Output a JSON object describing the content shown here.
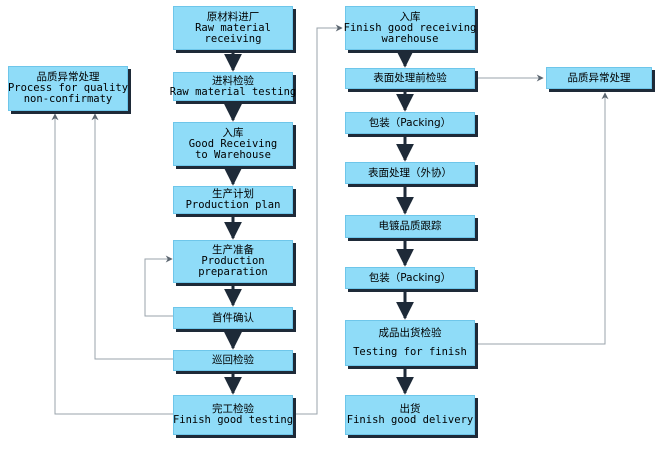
{
  "nodes": {
    "raw_material_receiving": {
      "zh": "原材料进厂",
      "en1": "Raw material",
      "en2": "receiving"
    },
    "raw_material_testing": {
      "zh": "进料检验",
      "en1": "Raw material testing"
    },
    "good_receiving_warehouse": {
      "zh": "入库",
      "en1": "Good Receiving",
      "en2": "to Warehouse"
    },
    "production_plan": {
      "zh": "生产计划",
      "en1": "Production plan"
    },
    "production_preparation": {
      "zh": "生产准备",
      "en1": "Production",
      "en2": "preparation"
    },
    "first_piece_confirm": {
      "zh": "首件确认"
    },
    "patrol_inspection": {
      "zh": "巡回检验"
    },
    "finish_good_testing": {
      "zh": "完工检验",
      "en1": "Finish good testing"
    },
    "quality_exception_left": {
      "zh": "品质异常处理",
      "en1": "Process for quality",
      "en2": "non-confirmaty"
    },
    "finish_good_warehouse": {
      "zh": "入库",
      "en1": "Finish good receiving",
      "en2": "warehouse"
    },
    "pre_surface_inspection": {
      "zh": "表面处理前检验"
    },
    "packing_1": {
      "zh": "包装（Packing）"
    },
    "surface_treatment_outsource": {
      "zh": "表面处理（外协）"
    },
    "plating_quality_tracking": {
      "zh": "电镀品质跟踪"
    },
    "packing_2": {
      "zh": "包装（Packing）"
    },
    "finished_product_shipment_inspection": {
      "zh": "成品出货检验",
      "en1": "Testing for finish"
    },
    "delivery": {
      "zh": "出货",
      "en1": "Finish good delivery"
    },
    "quality_exception_right": {
      "zh": "品质异常处理"
    }
  },
  "colors": {
    "node_fill": "#8fdcf8",
    "node_shadow": "#1e2a38",
    "arrow": "#1e2a38",
    "line": "#9aa3ab"
  }
}
